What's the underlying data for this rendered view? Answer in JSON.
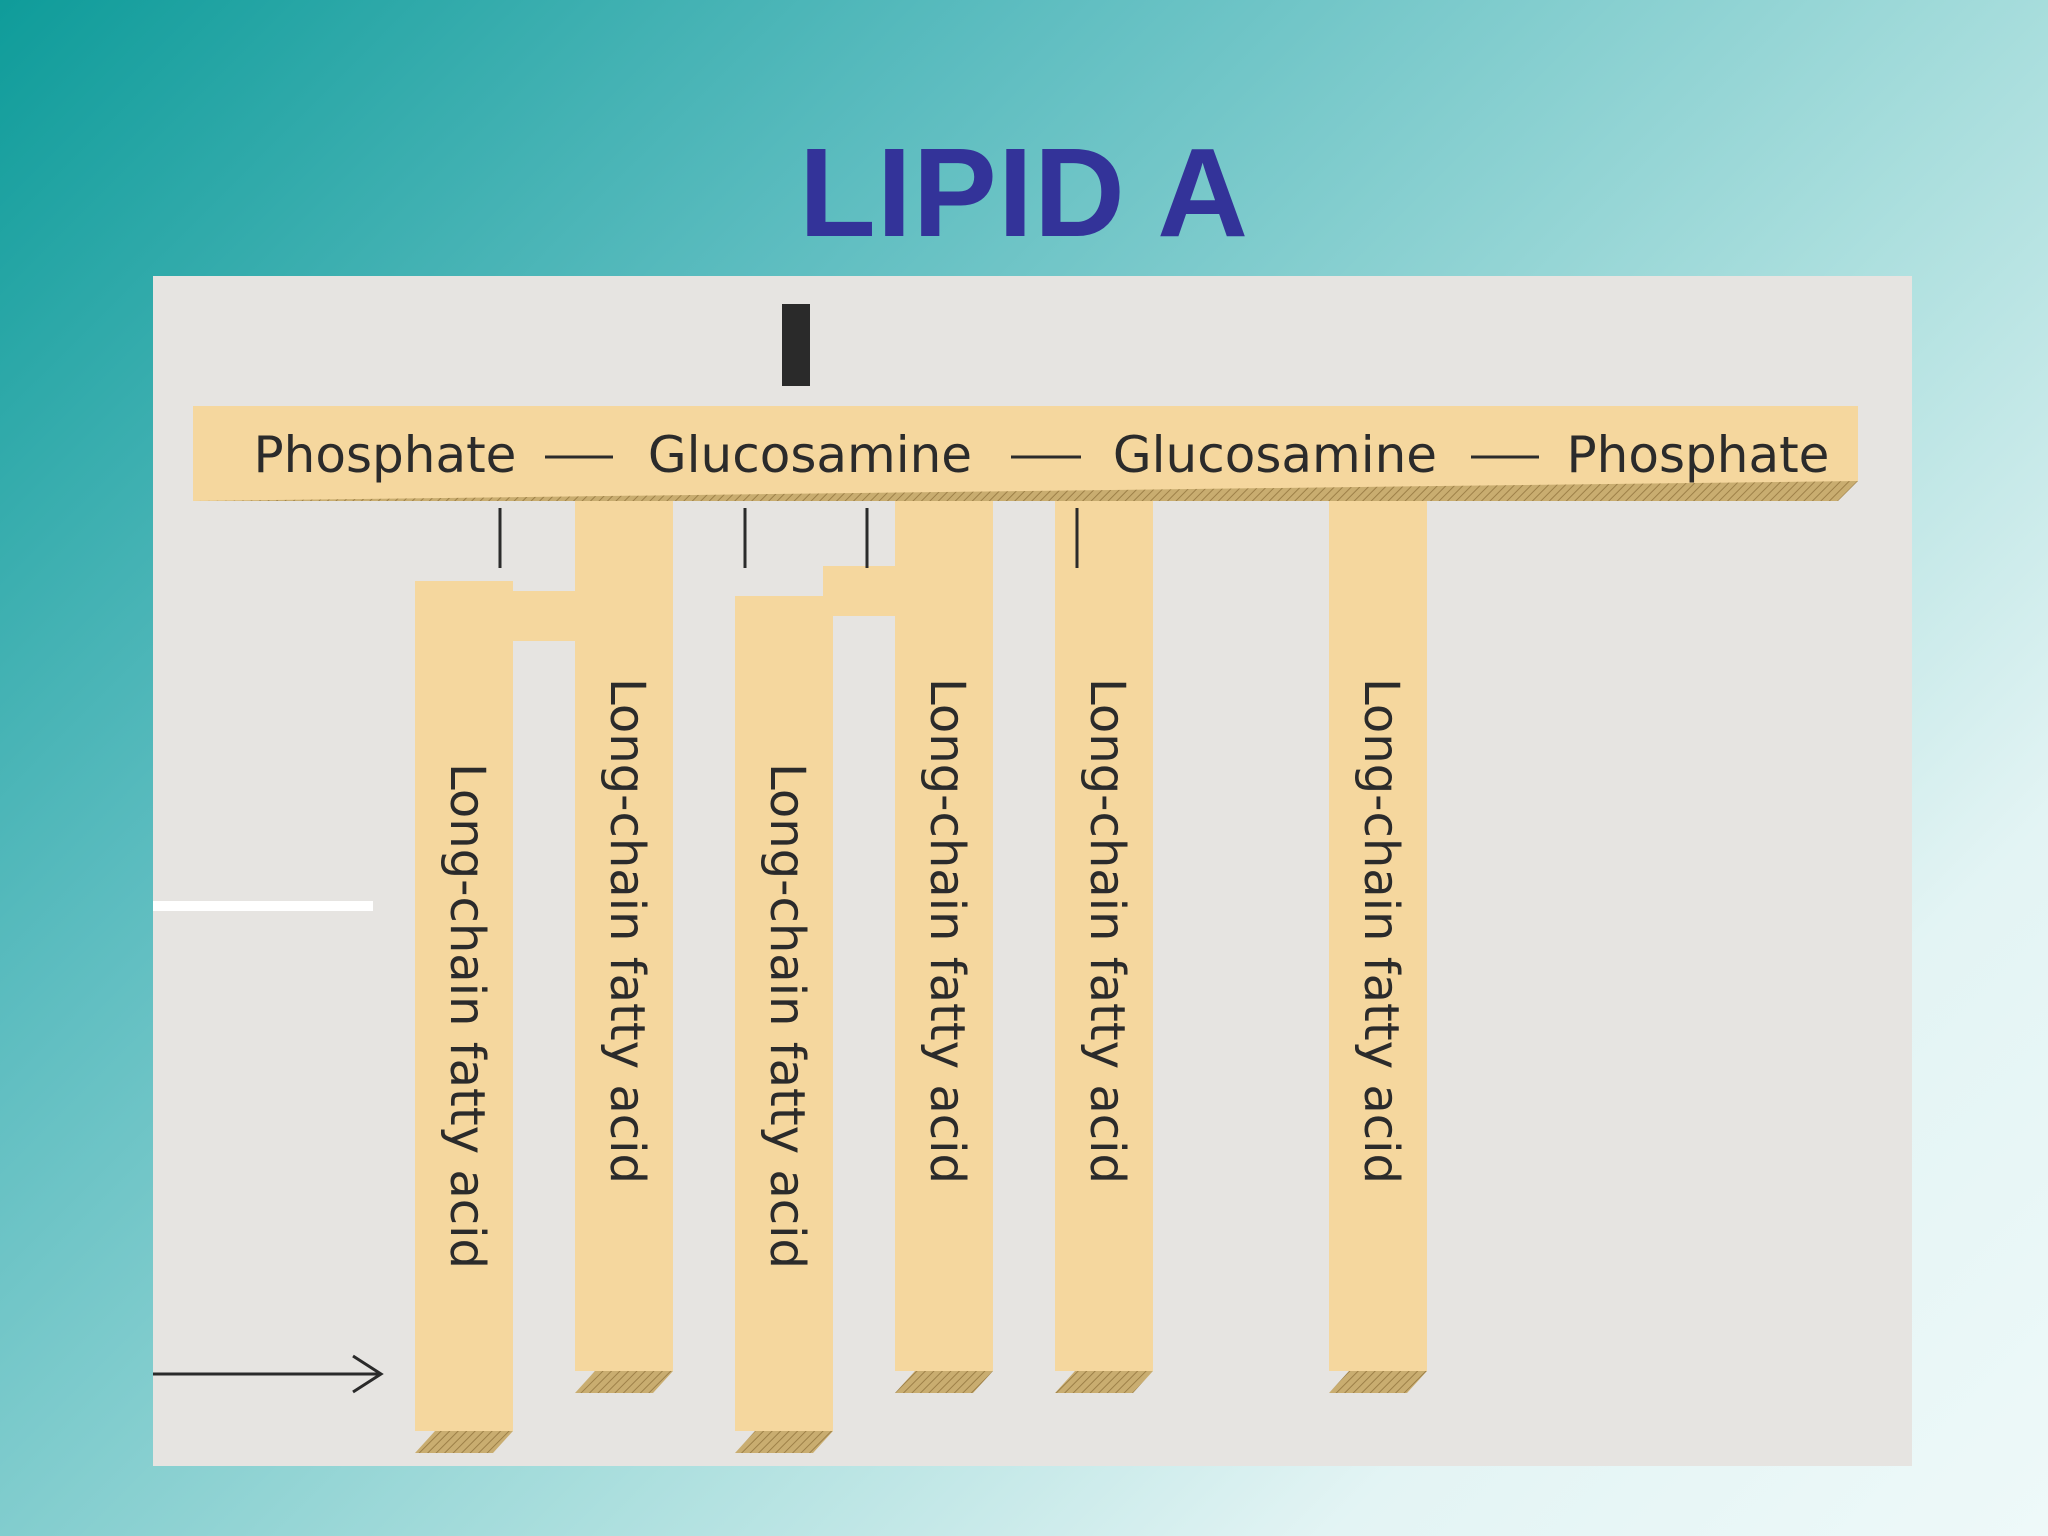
{
  "slide": {
    "title": "LIPID A"
  },
  "figure": {
    "backbone": [
      "Phosphate",
      "Glucosamine",
      "Glucosamine",
      "Phosphate"
    ],
    "fatty_acids": [
      "Long-chain fatty acid",
      "Long-chain fatty acid",
      "Long-chain fatty acid",
      "Long-chain fatty acid",
      "Long-chain fatty acid",
      "Long-chain fatty acid"
    ],
    "colors": {
      "title": "#333399",
      "bar_fill": "#f5d79e",
      "bar_shadow": "#b89a5c",
      "figure_bg": "#e6e4e1",
      "text": "#2b2b2b"
    }
  }
}
